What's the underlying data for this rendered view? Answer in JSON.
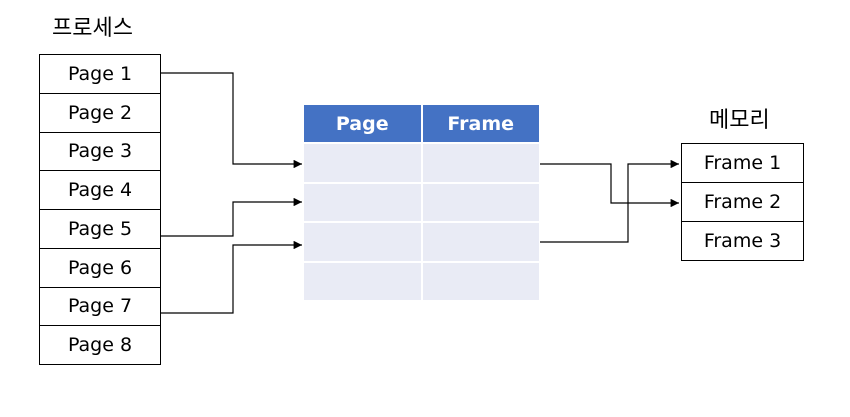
{
  "process": {
    "title": "프로세스",
    "pages": [
      "Page 1",
      "Page 2",
      "Page 3",
      "Page 4",
      "Page 5",
      "Page 6",
      "Page 7",
      "Page 8"
    ]
  },
  "page_table": {
    "headers": [
      "Page",
      "Frame"
    ],
    "row_count": 4,
    "header_color": "#4472c4",
    "cell_color": "#e9ebf5"
  },
  "memory": {
    "title": "메모리",
    "frames": [
      "Frame 1",
      "Frame 2",
      "Frame 3"
    ]
  },
  "connections": [
    {
      "from": "Page 1",
      "to": "page-table-row-1"
    },
    {
      "from": "Page 5",
      "to": "page-table-row-2"
    },
    {
      "from": "Page 7",
      "to": "page-table-row-3"
    },
    {
      "from": "page-table-row-1",
      "to": "Frame 2"
    },
    {
      "from": "page-table-row-3",
      "to": "Frame 1"
    }
  ]
}
